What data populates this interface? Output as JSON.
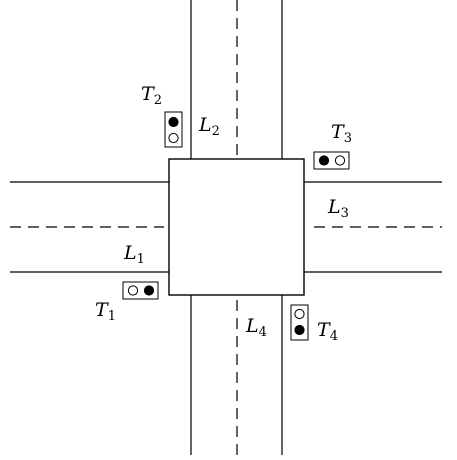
{
  "road_labels": [
    {
      "id": "L1",
      "text": "L",
      "sub": "1"
    },
    {
      "id": "L2",
      "text": "L",
      "sub": "2"
    },
    {
      "id": "L3",
      "text": "L",
      "sub": "3"
    },
    {
      "id": "L4",
      "text": "L",
      "sub": "4"
    }
  ],
  "signals": [
    {
      "id": "T1",
      "text": "T",
      "sub": "1",
      "orientation": "horizontal",
      "lamps": [
        "off",
        "on"
      ]
    },
    {
      "id": "T2",
      "text": "T",
      "sub": "2",
      "orientation": "vertical",
      "lamps": [
        "on",
        "off"
      ]
    },
    {
      "id": "T3",
      "text": "T",
      "sub": "3",
      "orientation": "horizontal",
      "lamps": [
        "on",
        "off"
      ]
    },
    {
      "id": "T4",
      "text": "T",
      "sub": "4",
      "orientation": "vertical",
      "lamps": [
        "off",
        "on"
      ]
    }
  ]
}
